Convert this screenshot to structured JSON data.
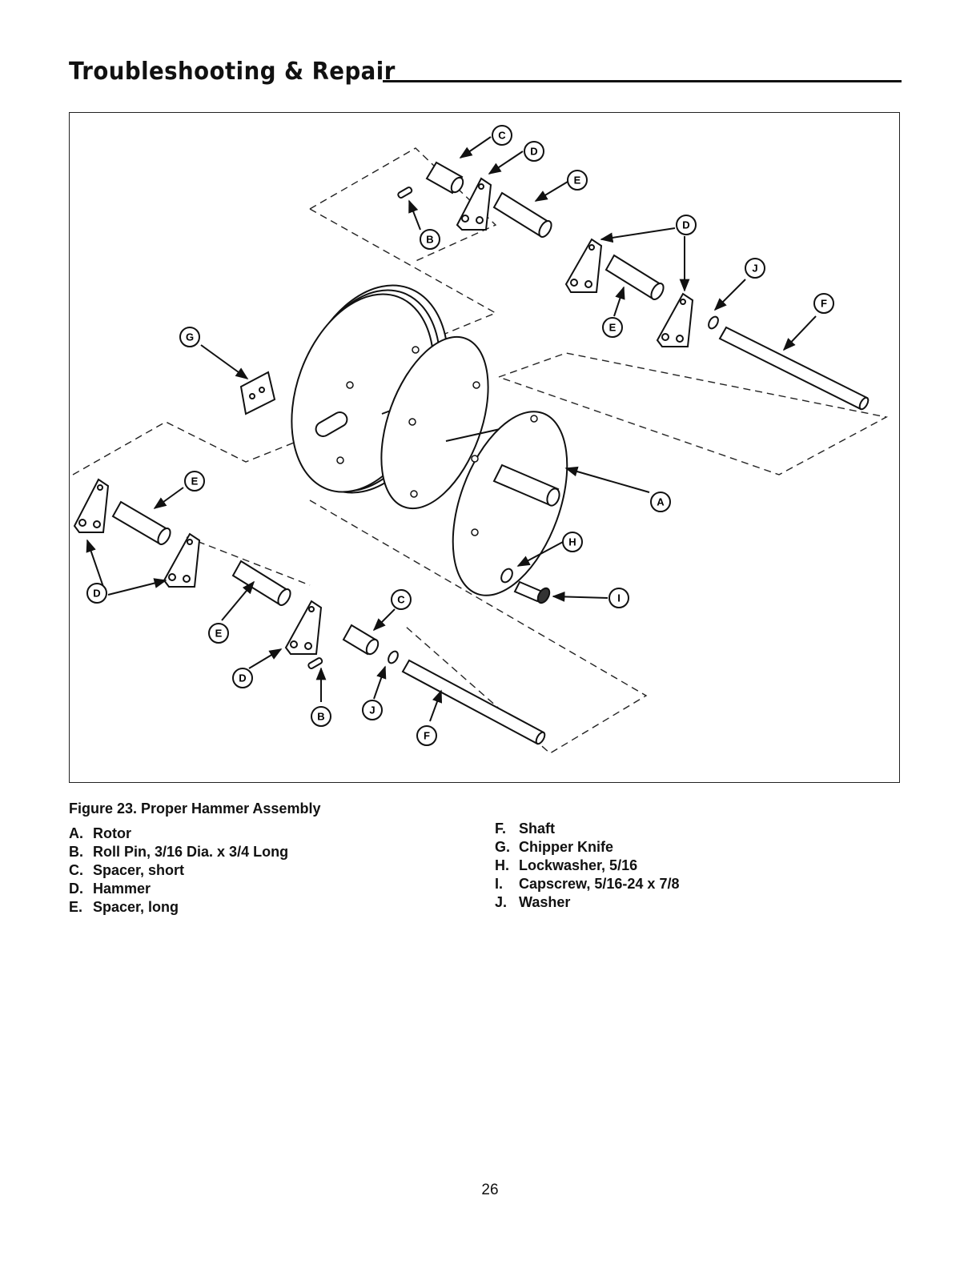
{
  "header": {
    "title": "Troubleshooting & Repair"
  },
  "figure": {
    "caption": "Figure 23. Proper Hammer Assembly",
    "callouts": {
      "A": "A",
      "B": "B",
      "C": "C",
      "D": "D",
      "E": "E",
      "F": "F",
      "G": "G",
      "H": "H",
      "I": "I",
      "J": "J"
    }
  },
  "legend": {
    "left": [
      {
        "key": "A.",
        "label": "Rotor"
      },
      {
        "key": "B.",
        "label": "Roll Pin, 3/16 Dia. x 3/4 Long"
      },
      {
        "key": "C.",
        "label": "Spacer, short"
      },
      {
        "key": "D.",
        "label": "Hammer"
      },
      {
        "key": "E.",
        "label": "Spacer, long"
      }
    ],
    "right": [
      {
        "key": "F.",
        "label": "Shaft"
      },
      {
        "key": "G.",
        "label": "Chipper Knife"
      },
      {
        "key": "H.",
        "label": "Lockwasher, 5/16"
      },
      {
        "key": "I.",
        "label": "Capscrew, 5/16-24 x 7/8"
      },
      {
        "key": "J.",
        "label": "Washer"
      }
    ]
  },
  "footer": {
    "page_number": "26"
  }
}
